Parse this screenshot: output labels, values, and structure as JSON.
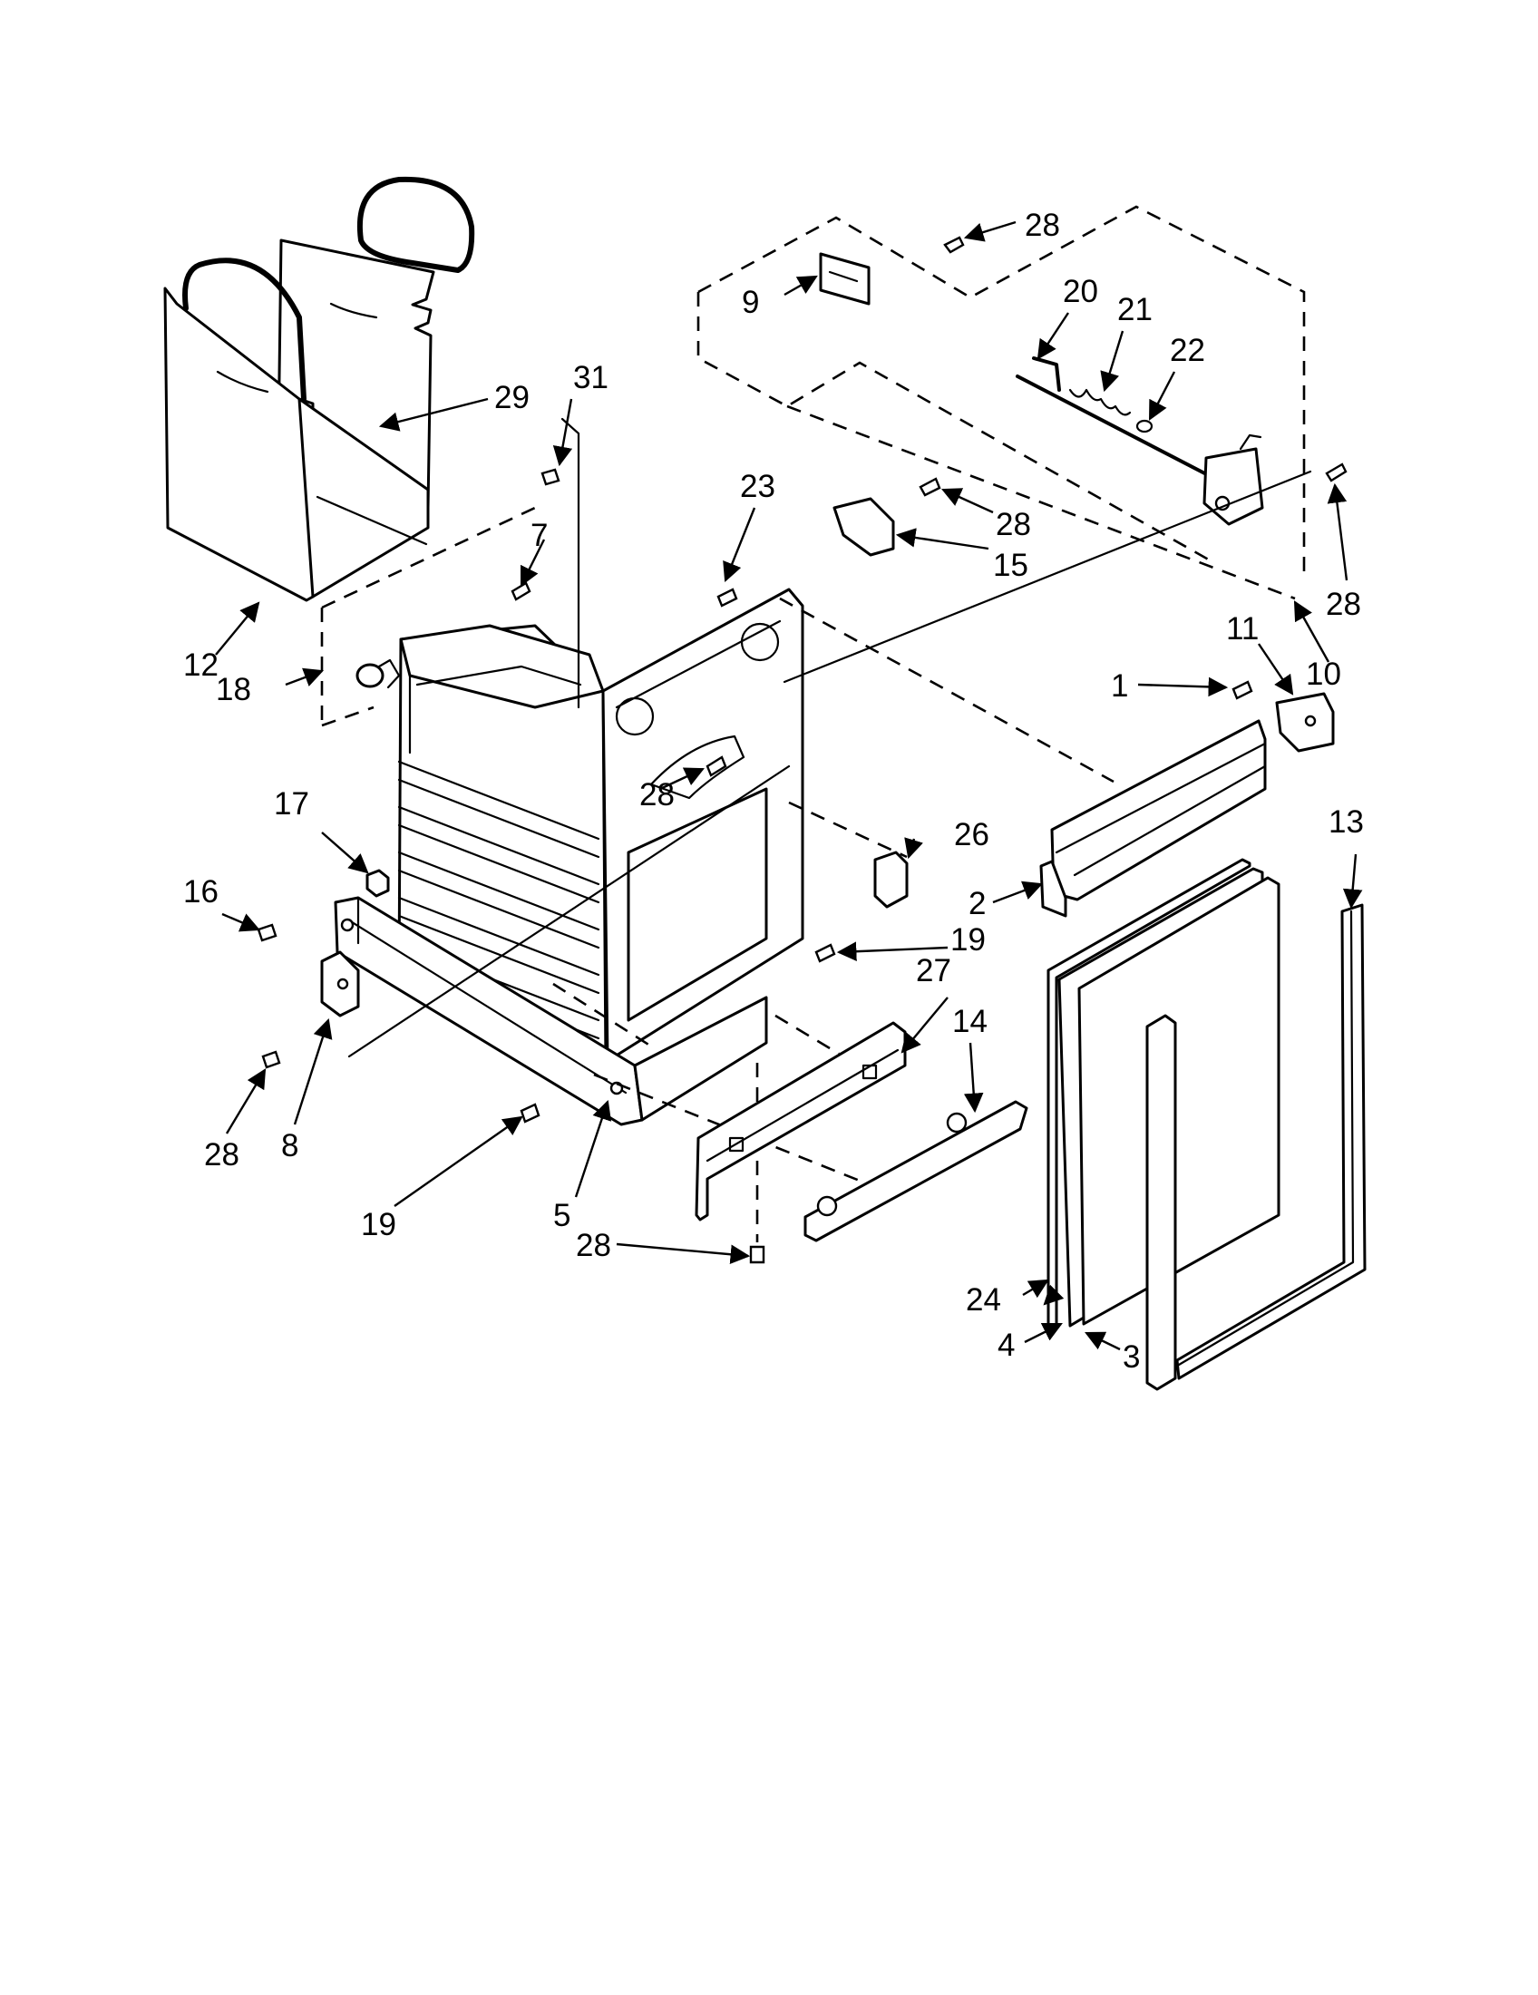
{
  "colors": {
    "line": "#000000",
    "background": "#ffffff"
  },
  "callouts": {
    "c1": "1",
    "c2": "2",
    "c3": "3",
    "c4": "4",
    "c5": "5",
    "c7": "7",
    "c8": "8",
    "c9": "9",
    "c10": "10",
    "c11": "11",
    "c12": "12",
    "c13": "13",
    "c14": "14",
    "c15": "15",
    "c16": "16",
    "c17": "17",
    "c18": "18",
    "c19a": "19",
    "c19b": "19",
    "c20": "20",
    "c21": "21",
    "c22": "22",
    "c23": "23",
    "c24": "24",
    "c26": "26",
    "c27": "27",
    "c28a": "28",
    "c28b": "28",
    "c28c": "28",
    "c28d": "28",
    "c28e": "28",
    "c28f": "28",
    "c29": "29",
    "c31": "31"
  }
}
